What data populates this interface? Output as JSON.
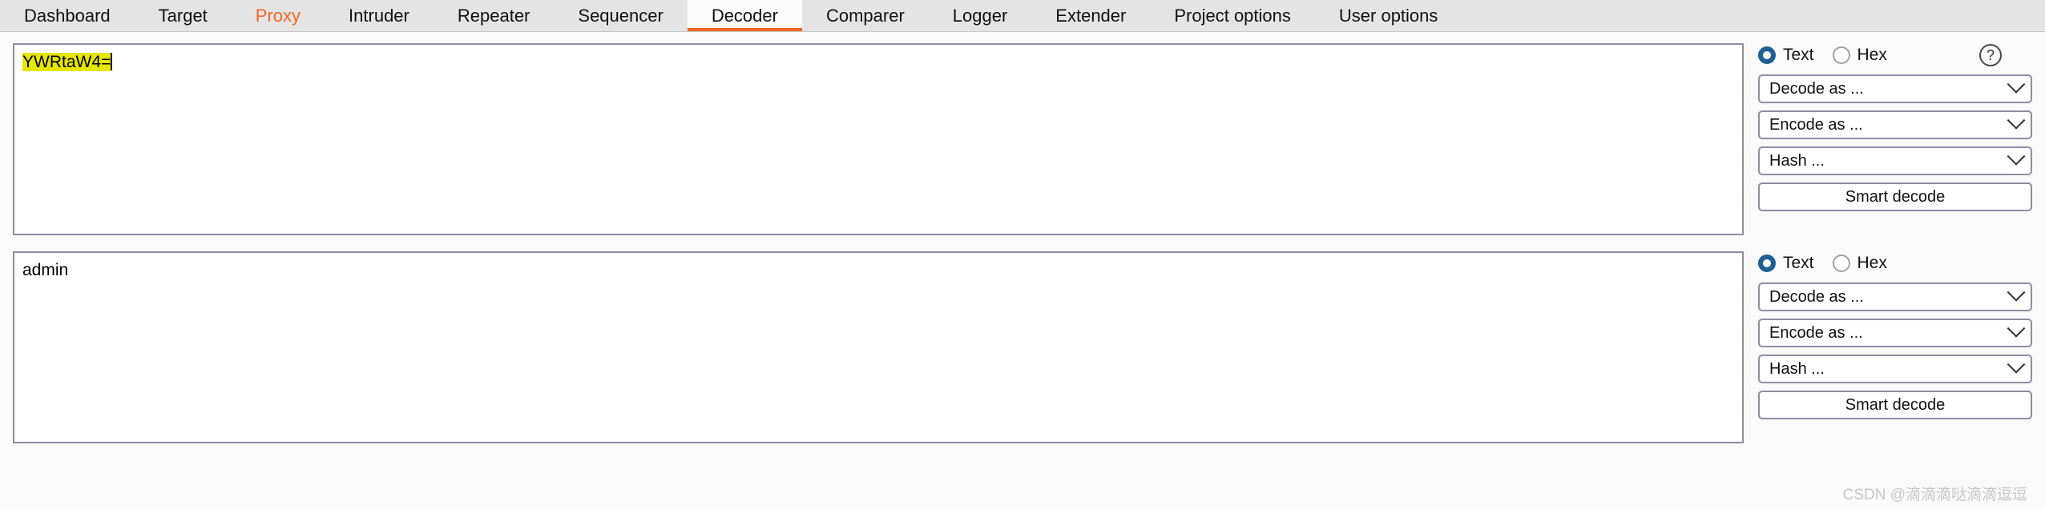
{
  "tabs": [
    {
      "label": "Dashboard",
      "state": "normal"
    },
    {
      "label": "Target",
      "state": "normal"
    },
    {
      "label": "Proxy",
      "state": "accent"
    },
    {
      "label": "Intruder",
      "state": "normal"
    },
    {
      "label": "Repeater",
      "state": "normal"
    },
    {
      "label": "Sequencer",
      "state": "normal"
    },
    {
      "label": "Decoder",
      "state": "selected"
    },
    {
      "label": "Comparer",
      "state": "normal"
    },
    {
      "label": "Logger",
      "state": "normal"
    },
    {
      "label": "Extender",
      "state": "normal"
    },
    {
      "label": "Project options",
      "state": "normal"
    },
    {
      "label": "User options",
      "state": "normal"
    }
  ],
  "colors": {
    "accent": "#f26722",
    "radio_selected": "#1e5f96",
    "highlight": "#e6e600",
    "tabbar_bg": "#e4e4e4",
    "selected_tab_bg": "#fbfbfb",
    "border": "#8d8da0",
    "page_bg": "#fafafa",
    "watermark": "#c6c6c6"
  },
  "panels": [
    {
      "editor_text": "YWRtaW4=",
      "editor_highlighted": true,
      "editor_has_caret": true,
      "format": {
        "text_label": "Text",
        "hex_label": "Hex",
        "selected": "Text"
      },
      "help_icon": "?",
      "has_help": true,
      "decode_label": "Decode as ...",
      "encode_label": "Encode as ...",
      "hash_label": "Hash ...",
      "smart_decode_label": "Smart decode"
    },
    {
      "editor_text": "admin",
      "editor_highlighted": false,
      "editor_has_caret": false,
      "format": {
        "text_label": "Text",
        "hex_label": "Hex",
        "selected": "Text"
      },
      "help_icon": "?",
      "has_help": false,
      "decode_label": "Decode as ...",
      "encode_label": "Encode as ...",
      "hash_label": "Hash ...",
      "smart_decode_label": "Smart decode"
    }
  ],
  "watermark": "CSDN @滴滴滴哒滴滴逗逗"
}
